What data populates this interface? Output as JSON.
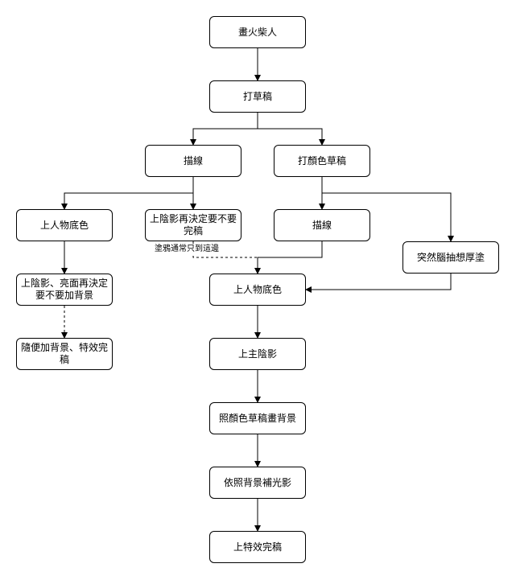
{
  "nodes": {
    "draw_stickman": "畫火柴人",
    "rough_sketch": "打草稿",
    "lineart_left": "描線",
    "color_sketch": "打顏色草稿",
    "base_color_left": "上人物底色",
    "shade_then_decide": "上陰影再決定要不要完稿",
    "lineart_right": "描線",
    "thick_paint": "突然腦抽想厚塗",
    "shade_highlight_bg": "上陰影、亮面再決定要不要加背景",
    "base_color_main": "上人物底色",
    "casual_bg_effects": "隨便加背景、特效完稿",
    "main_shading": "上主陰影",
    "bg_by_color_sketch": "照顏色草稿畫背景",
    "light_from_bg": "依照背景補光影",
    "effects_finish": "上特效完稿"
  },
  "edge_labels": {
    "doodle_note": "塗鴉通常只到這邊"
  },
  "colors": {
    "stroke": "#000000",
    "node_fill": "#ffffff"
  }
}
